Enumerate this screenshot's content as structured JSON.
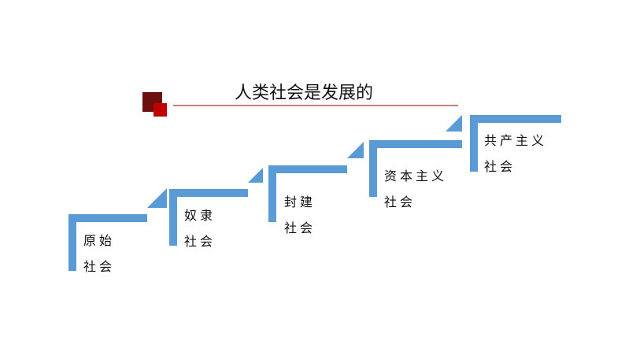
{
  "title": "人类社会是发展的",
  "colors": {
    "step": "#5b9bd5",
    "rule": "#a83232",
    "square_dark": "#6b0f0f",
    "square_bright": "#c00000"
  },
  "stages": [
    {
      "line1": "原始",
      "line2": "社会"
    },
    {
      "line1": "奴隶",
      "line2": "社会"
    },
    {
      "line1": "封建",
      "line2": "社会"
    },
    {
      "line1": "资本主义",
      "line2": "社会"
    },
    {
      "line1": "共产主义",
      "line2": "社会"
    }
  ]
}
